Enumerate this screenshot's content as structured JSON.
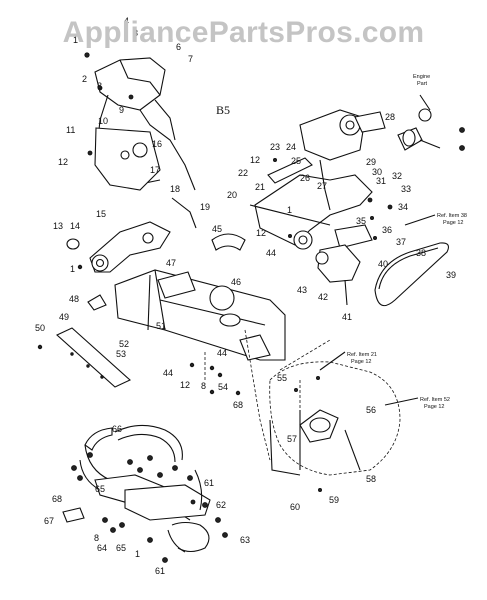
{
  "watermark": "AppliancePartsPros.com",
  "section_label": "B5",
  "notes": {
    "engine_part": [
      "Engine",
      "Part"
    ],
    "ref_item_38": [
      "Ref. Item 38",
      "Page 12"
    ],
    "ref_item_21": [
      "Ref. Item 21",
      "Page 12"
    ],
    "ref_item_52": [
      "Ref. Item 52",
      "Page 12"
    ]
  },
  "part_labels": [
    "1",
    "2",
    "3",
    "4",
    "5",
    "6",
    "7",
    "8",
    "9",
    "10",
    "11",
    "12",
    "13",
    "14",
    "15",
    "16",
    "17",
    "18",
    "19",
    "20",
    "21",
    "22",
    "23",
    "24",
    "25",
    "26",
    "27",
    "28",
    "29",
    "30",
    "31",
    "32",
    "33",
    "34",
    "35",
    "36",
    "37",
    "38",
    "39",
    "40",
    "41",
    "42",
    "43",
    "44",
    "45",
    "46",
    "47",
    "48",
    "49",
    "50",
    "51",
    "52",
    "53",
    "54",
    "55",
    "56",
    "57",
    "58",
    "59",
    "60",
    "61",
    "62",
    "63",
    "64",
    "65",
    "66",
    "67",
    "68"
  ],
  "icons": {
    "watermark": "site-logo-text",
    "diagram": "exploded-parts-diagram"
  }
}
